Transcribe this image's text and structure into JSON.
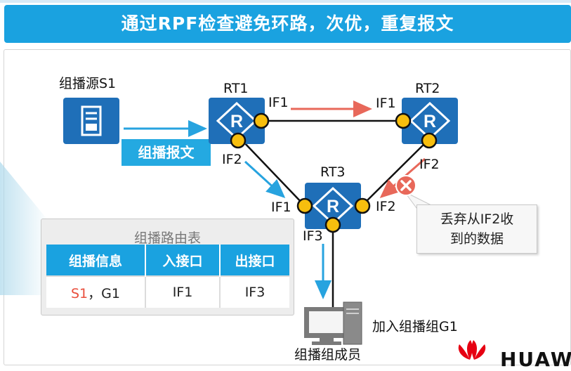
{
  "title": "通过RPF检查避免环路，次优，重复报文",
  "source_label": "组播源S1",
  "packet_label": "组播报文",
  "routers": {
    "rt1": {
      "name": "RT1",
      "if1": "IF1",
      "if2": "IF2"
    },
    "rt2": {
      "name": "RT2",
      "if1": "IF1",
      "if2": "IF2"
    },
    "rt3": {
      "name": "RT3",
      "if1": "IF1",
      "if2": "IF2",
      "if3": "IF3"
    }
  },
  "router_glyph": "R",
  "callout": {
    "line1": "丢弃从IF2收",
    "line2": "到的数据"
  },
  "routing_table": {
    "title": "组播路由表",
    "headers": [
      "组播信息",
      "入接口",
      "出接口"
    ],
    "row": {
      "source": "S1",
      "separator": "，",
      "group": "G1",
      "in_if": "IF1",
      "out_if": "IF3"
    }
  },
  "member": {
    "join_label": "加入组播组G1",
    "name": "组播组成员"
  },
  "brand": "HUAWEI",
  "colors": {
    "title_bg": "#1aa2e0",
    "router": "#1f6fb8",
    "interface": "#f7be0e",
    "flow_arrow": "#27a3df",
    "blocked_arrow": "#e8685a"
  }
}
